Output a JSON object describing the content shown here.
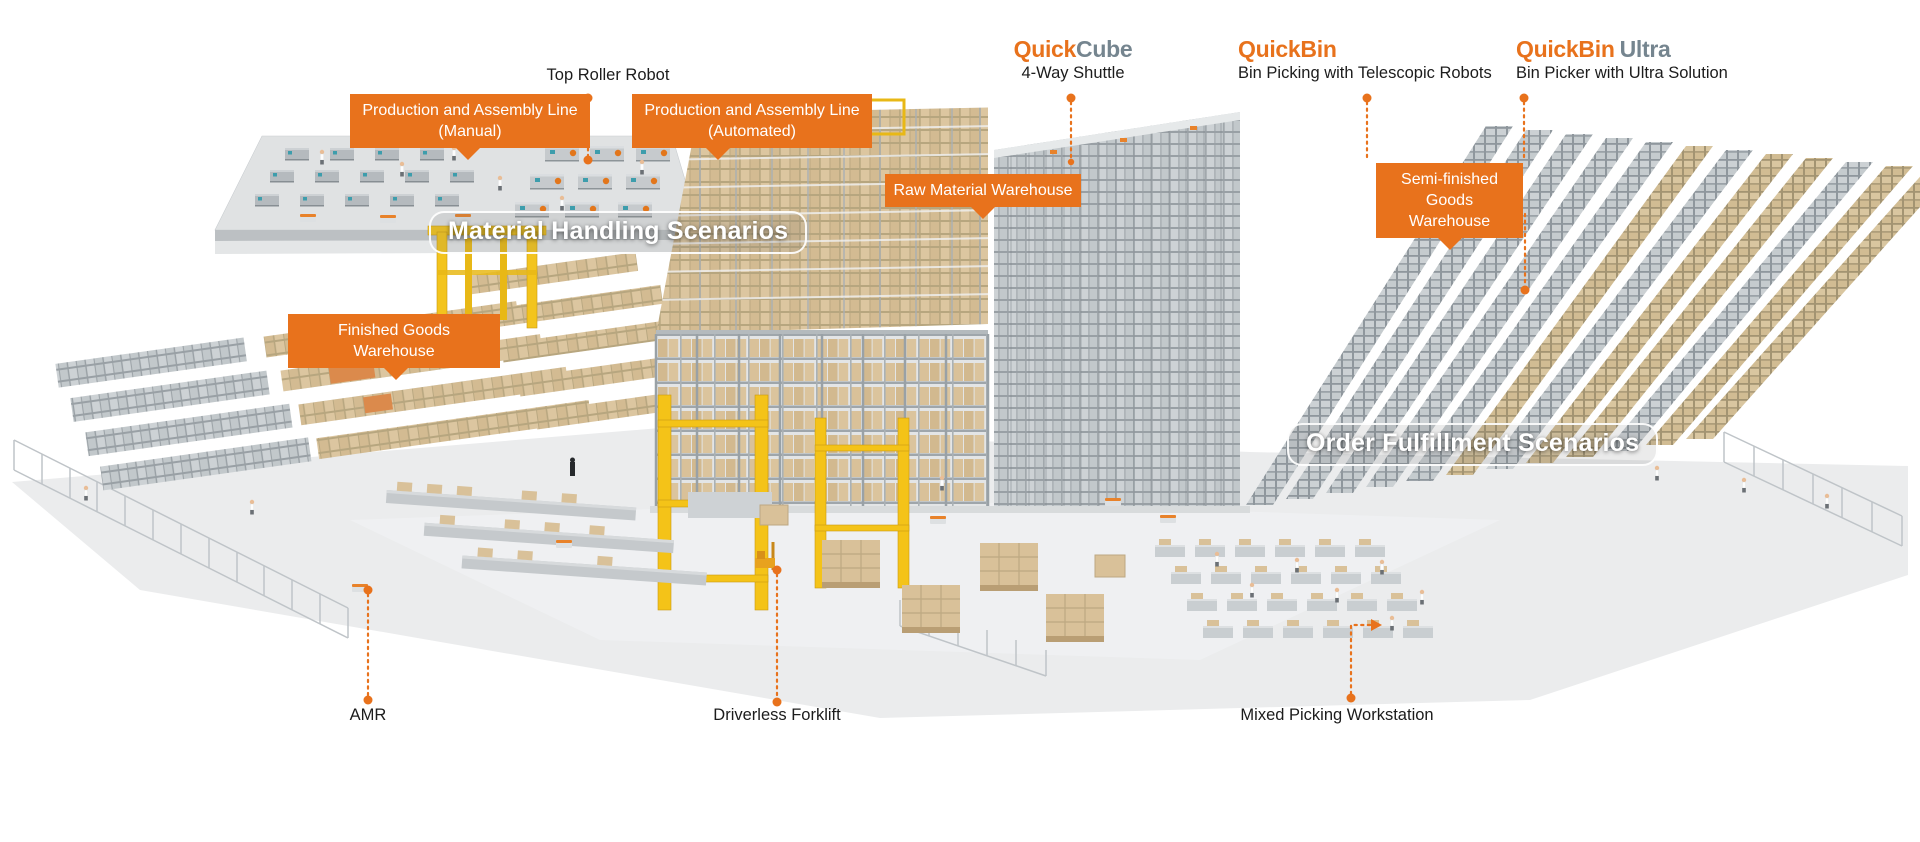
{
  "brands": {
    "quickcube": {
      "part1": "Quick",
      "part2": "Cube",
      "subtitle": "4-Way Shuttle"
    },
    "quickbin": {
      "part1": "Quick",
      "part2": "Bin",
      "subtitle": "Bin Picking with Telescopic Robots"
    },
    "quickbin_ultra": {
      "part1": "QuickBin",
      "part2": "Ultra",
      "subtitle": "Bin Picker with Ultra Solution"
    }
  },
  "scenarios": {
    "material_handling": "Material Handling Scenarios",
    "order_fulfillment": "Order Fulfillment Scenarios"
  },
  "areas": {
    "production_manual": "Production and Assembly Line (Manual)",
    "production_automated": "Production and Assembly Line (Automated)",
    "raw_material": "Raw Material Warehouse",
    "semi_finished": "Semi-finished Goods Warehouse",
    "finished_goods": "Finished Goods Warehouse"
  },
  "equipment": {
    "top_roller": "Top Roller Robot",
    "amr": "AMR",
    "driverless_forklift": "Driverless Forklift",
    "mixed_picking": "Mixed Picking Workstation"
  },
  "colors": {
    "accent_orange": "#E8721C",
    "brand_gray": "#75858F",
    "label_text": "#1C1C1C",
    "rack_beige": "#D9C199",
    "rack_gray": "#C8CDD1",
    "crane_yellow": "#F3C41D"
  }
}
